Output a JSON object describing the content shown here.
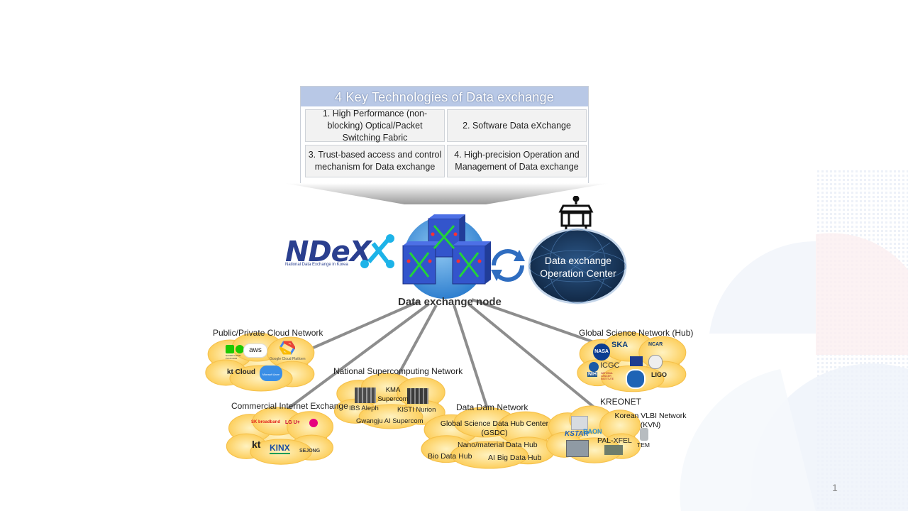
{
  "key_tech": {
    "title": "4 Key Technologies of Data exchange",
    "items": [
      "1. High Performance (non-blocking) Optical/Packet Switching Fabric",
      "2. Software Data eXchange",
      "3. Trust-based access and control mechanism for Data exchange",
      "4. High-precision Operation and Management of Data exchange"
    ]
  },
  "logo": {
    "name": "NDeX",
    "tagline": "National Data Exchange in Korea"
  },
  "node": {
    "label": "Data exchange node"
  },
  "operation_center": {
    "line1": "Data exchange",
    "line2": "Operation Center"
  },
  "networks": {
    "cloud": {
      "title": "Public/Private Cloud Network",
      "items": [
        "aws",
        "NAVER CLOUD PLATFORM",
        "Google Cloud Platform",
        "kt Cloud",
        "Microsoft Azure"
      ]
    },
    "commercial": {
      "title": "Commercial Internet Exchange",
      "items": [
        "SK broadband",
        "LG U+",
        "kt",
        "KINX",
        "SEJONG"
      ]
    },
    "supercomputing": {
      "title": "National Supercomputing Network",
      "items": [
        "KMA Supercom",
        "IBS Aleph",
        "KISTI Nurion",
        "Gwangju AI Supercom"
      ]
    },
    "datadam": {
      "title": "Data Dam Network",
      "items": [
        "Global Science  Data Hub Center (GSDC)",
        "Nano/material Data Hub",
        "Bio Data Hub",
        "AI Big Data Hub"
      ]
    },
    "kreonet": {
      "title": "KREONET",
      "items": [
        "Korean VLBI Network (KVN)",
        "KSTAR",
        "RAON",
        "PAL-XFEL",
        "TEM"
      ]
    },
    "global": {
      "title": "Global Science Network (Hub)",
      "items": [
        "NASA",
        "SKA",
        "NCAR",
        "ICGC",
        "NIH",
        "NATIONAL CANCER INSTITUTE",
        "LIGO"
      ]
    }
  },
  "page_number": "1",
  "colors": {
    "header": "#b8c8e6",
    "cloud": "#fcc84a",
    "logo": "#2a3f8f",
    "sphere": "#193a64"
  }
}
